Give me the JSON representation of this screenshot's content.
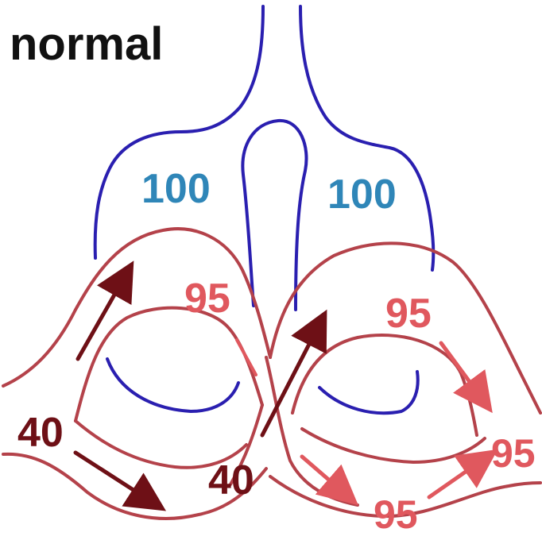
{
  "title": "normal",
  "colors": {
    "blue_outline": "#2a1fb0",
    "blue_text": "#2f86b8",
    "tube_outline": "#b4424a",
    "dark_red": "#6e1016",
    "light_red": "#e0585e",
    "background": "#ffffff"
  },
  "labels": {
    "left_upper": "100",
    "right_upper": "100",
    "left_mid": "95",
    "right_mid": "95",
    "right_far": "95",
    "right_low": "95",
    "left_in": "40",
    "center_in": "40"
  },
  "arrows": [
    {
      "name": "arrow-left-up",
      "color": "dark_red"
    },
    {
      "name": "arrow-left-down",
      "color": "dark_red"
    },
    {
      "name": "arrow-center-up",
      "color": "dark_red"
    },
    {
      "name": "arrow-left-mid-tick",
      "color": "light_red"
    },
    {
      "name": "arrow-right-outer",
      "color": "light_red"
    },
    {
      "name": "arrow-right-lower",
      "color": "light_red"
    },
    {
      "name": "arrow-right-bottom",
      "color": "light_red"
    }
  ]
}
